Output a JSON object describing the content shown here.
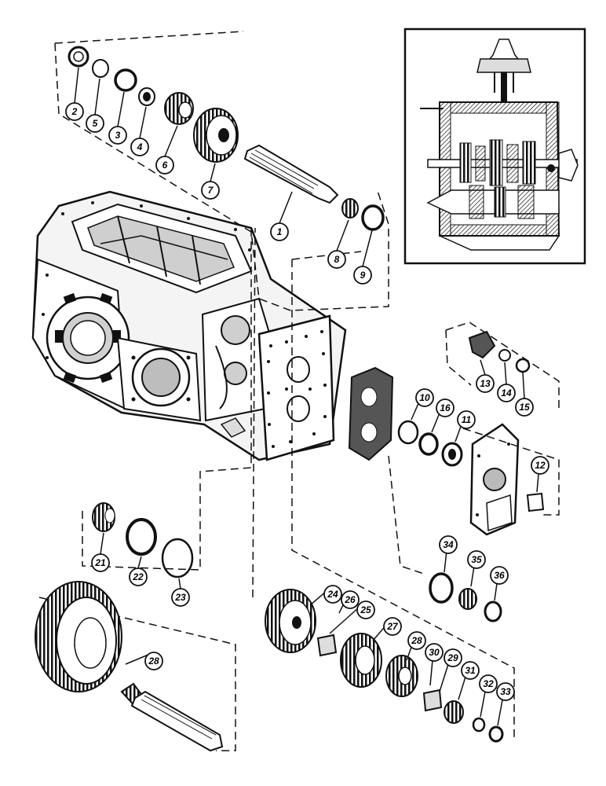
{
  "colors": {
    "ink": "#111111",
    "paper": "#ffffff",
    "shade": "#555555"
  },
  "callouts": [
    {
      "id": "1",
      "label": "1"
    },
    {
      "id": "2",
      "label": "2"
    },
    {
      "id": "3",
      "label": "3"
    },
    {
      "id": "4",
      "label": "4"
    },
    {
      "id": "5",
      "label": "5"
    },
    {
      "id": "6",
      "label": "6"
    },
    {
      "id": "7",
      "label": "7"
    },
    {
      "id": "8",
      "label": "8"
    },
    {
      "id": "9",
      "label": "9"
    },
    {
      "id": "10",
      "label": "10"
    },
    {
      "id": "11",
      "label": "11"
    },
    {
      "id": "12",
      "label": "12"
    },
    {
      "id": "13",
      "label": "13"
    },
    {
      "id": "14",
      "label": "14"
    },
    {
      "id": "15",
      "label": "15"
    },
    {
      "id": "16",
      "label": "16"
    },
    {
      "id": "21",
      "label": "21"
    },
    {
      "id": "22",
      "label": "22"
    },
    {
      "id": "23",
      "label": "23"
    },
    {
      "id": "24",
      "label": "24"
    },
    {
      "id": "25",
      "label": "25"
    },
    {
      "id": "26",
      "label": "26"
    },
    {
      "id": "27",
      "label": "27"
    },
    {
      "id": "28a",
      "label": "28"
    },
    {
      "id": "28b",
      "label": "28"
    },
    {
      "id": "29",
      "label": "29"
    },
    {
      "id": "30",
      "label": "30"
    },
    {
      "id": "31",
      "label": "31"
    },
    {
      "id": "32",
      "label": "32"
    },
    {
      "id": "33",
      "label": "33"
    },
    {
      "id": "34",
      "label": "34"
    },
    {
      "id": "35",
      "label": "35"
    },
    {
      "id": "36",
      "label": "36"
    }
  ]
}
